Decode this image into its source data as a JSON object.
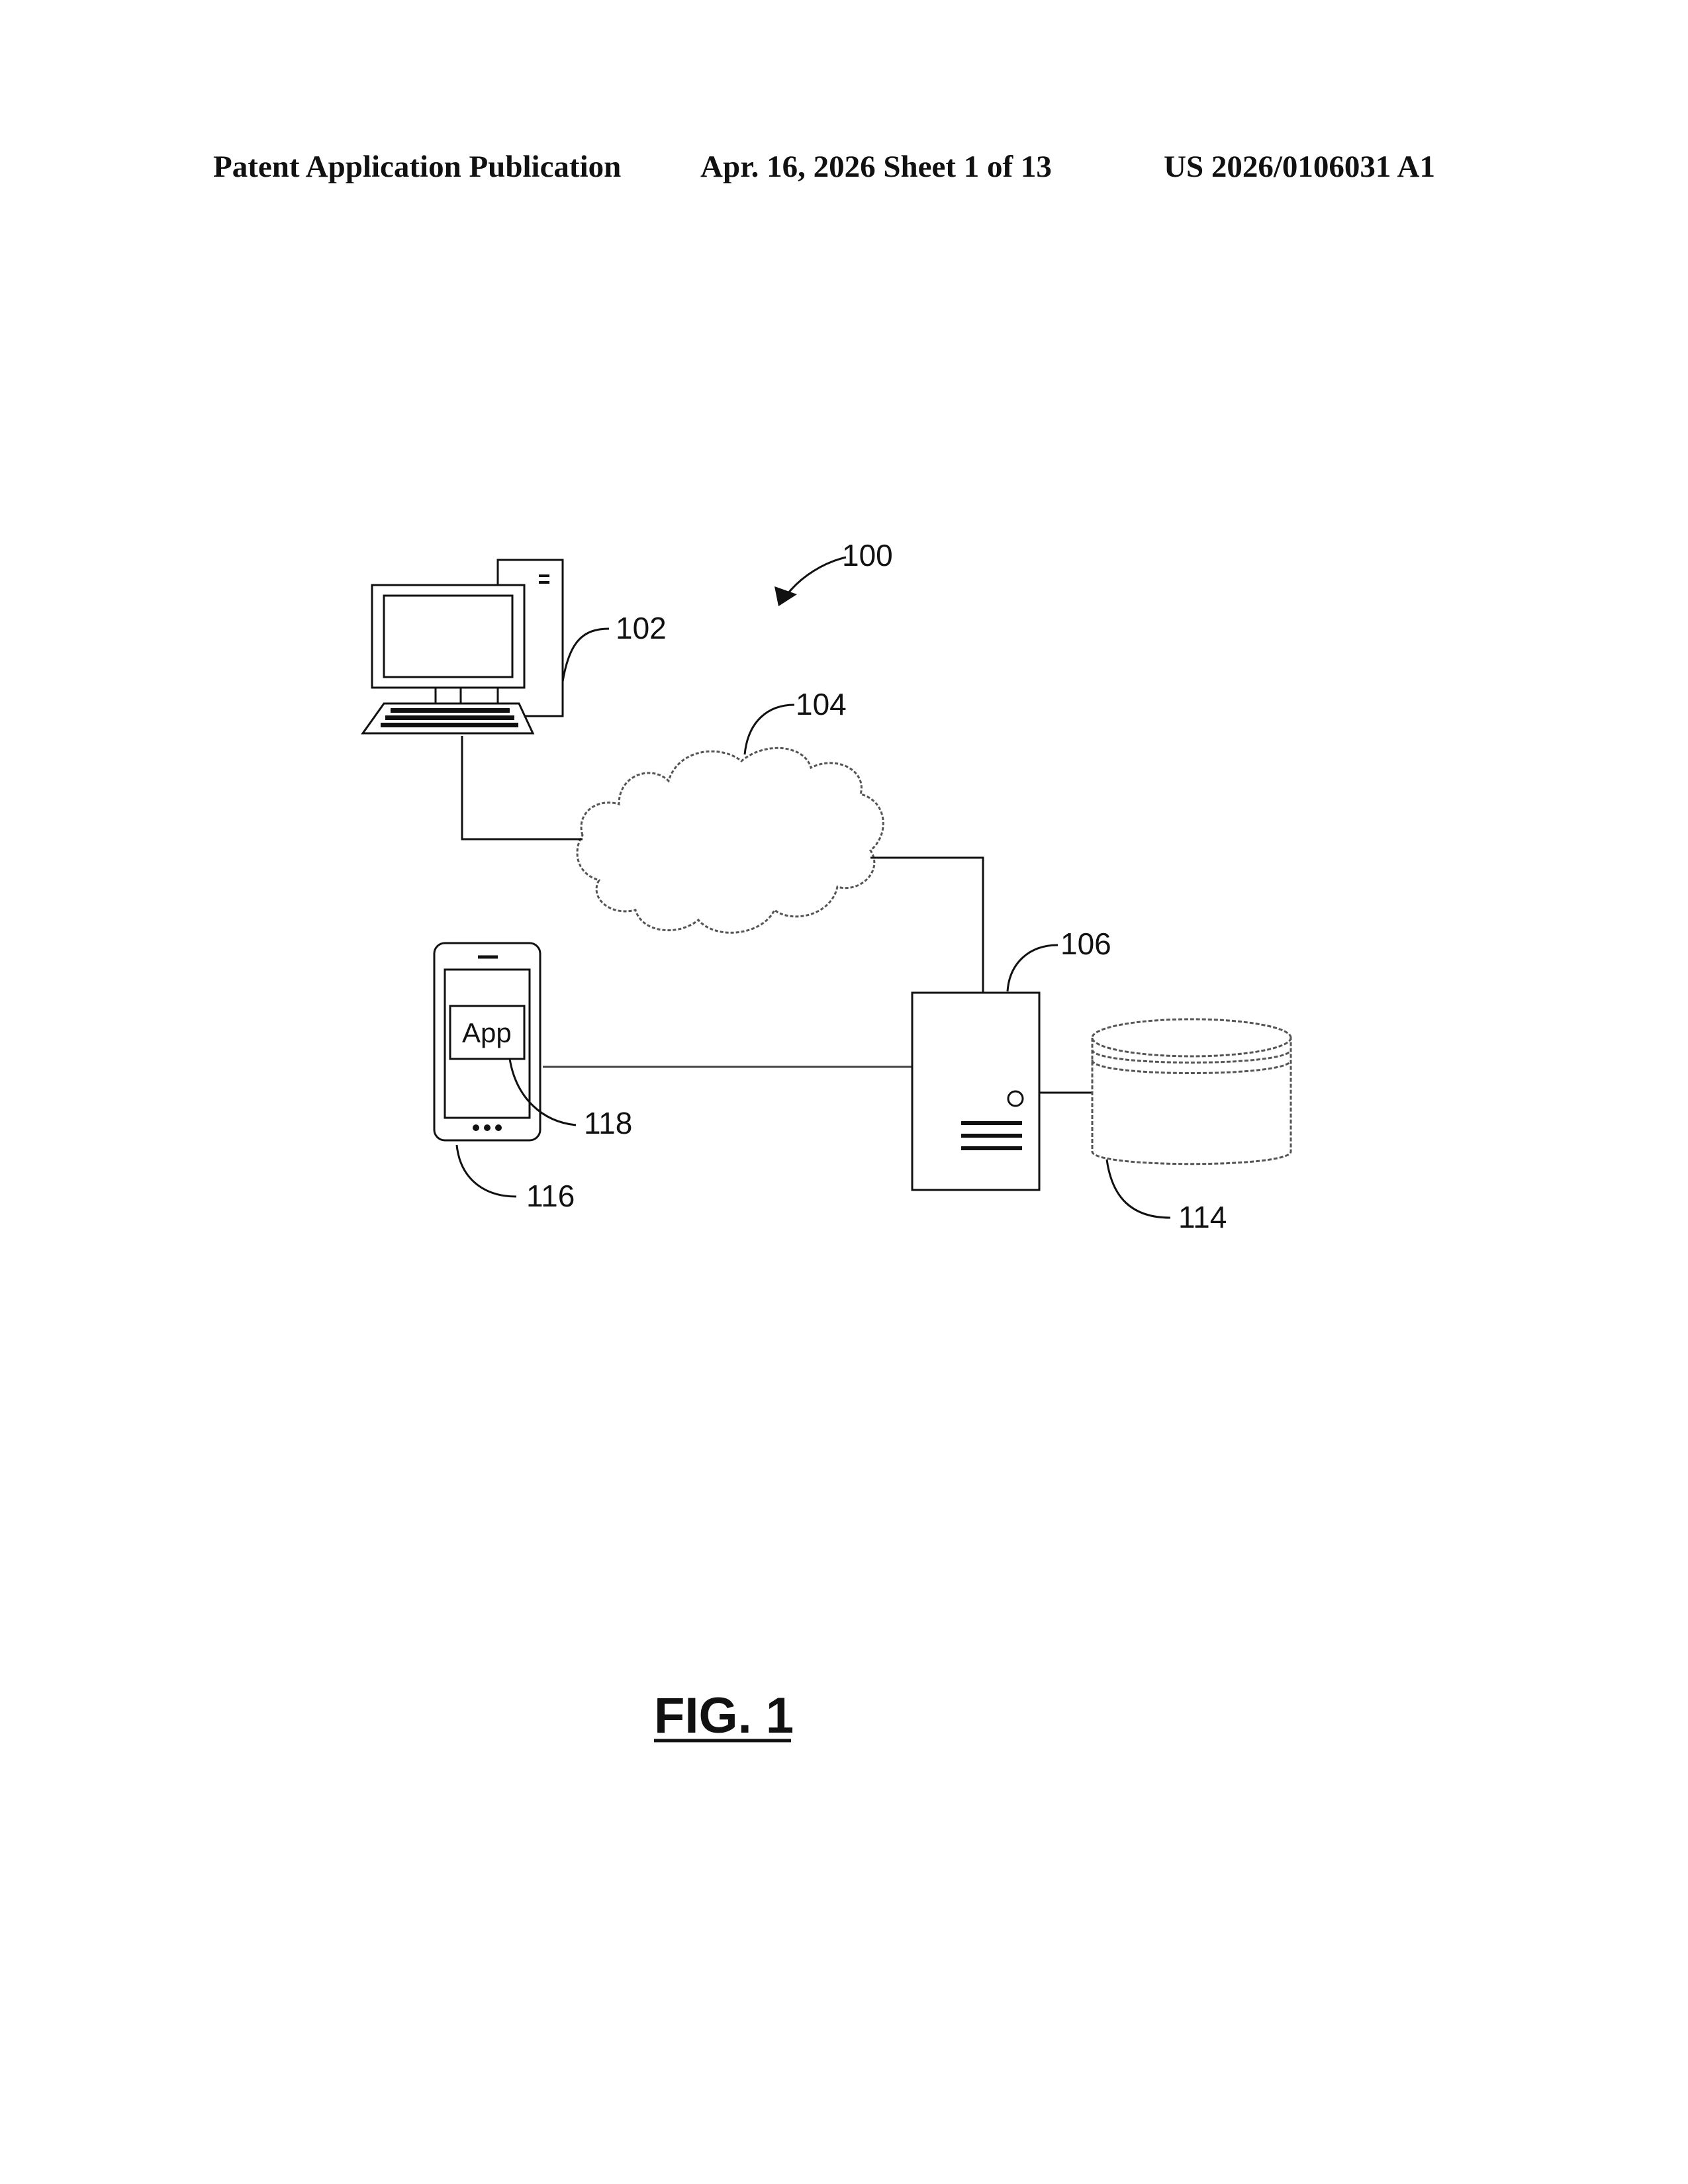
{
  "header": {
    "publication": "Patent Application Publication",
    "date_sheet": "Apr. 16, 2026  Sheet 1 of 13",
    "number": "US 2026/0106031 A1"
  },
  "figure": {
    "title": "FIG. 1",
    "system_label": "100",
    "computer_label": "102",
    "network_label": "104",
    "server_label": "106",
    "database_label": "114",
    "mobile_label": "116",
    "app_label": "118",
    "app_text": "App"
  },
  "icons": [
    "desktop-computer-icon",
    "cloud-icon",
    "server-icon",
    "database-icon",
    "mobile-phone-icon"
  ]
}
